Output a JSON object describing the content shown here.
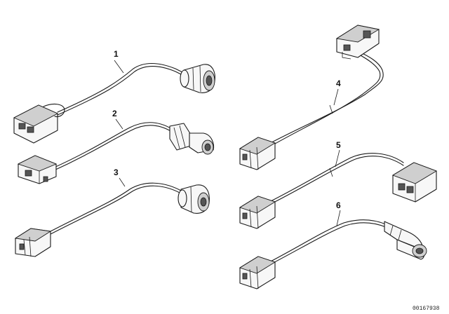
{
  "diagram": {
    "parts": [
      {
        "id": "part-1",
        "label": "1"
      },
      {
        "id": "part-2",
        "label": "2"
      },
      {
        "id": "part-3",
        "label": "3"
      },
      {
        "id": "part-4",
        "label": "4"
      },
      {
        "id": "part-5",
        "label": "5"
      },
      {
        "id": "part-6",
        "label": "6"
      }
    ],
    "reference_number": "00167938"
  }
}
